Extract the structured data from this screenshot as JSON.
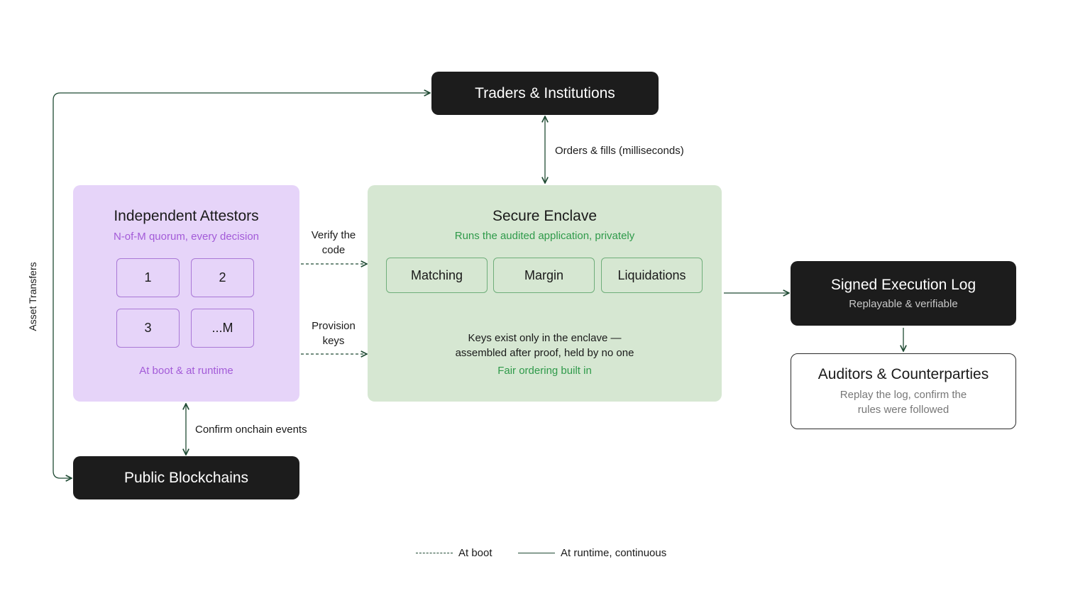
{
  "traders": {
    "title": "Traders & Institutions"
  },
  "orders_label": "Orders & fills (milliseconds)",
  "attestors": {
    "title": "Independent Attestors",
    "subtitle": "N-of-M quorum, every decision",
    "cells": [
      "1",
      "2",
      "3",
      "...M"
    ],
    "footer": "At boot & at runtime"
  },
  "verify_label": "Verify the code",
  "provision_label": "Provision keys",
  "enclave": {
    "title": "Secure Enclave",
    "subtitle": "Runs the audited application, privately",
    "modules": [
      "Matching",
      "Margin",
      "Liquidations"
    ],
    "note_line1": "Keys exist only in the enclave —",
    "note_line2": "assembled after proof, held by no one",
    "fair": "Fair ordering built in"
  },
  "signed_log": {
    "title": "Signed Execution Log",
    "subtitle": "Replayable & verifiable"
  },
  "auditors": {
    "title": "Auditors & Counterparties",
    "subtitle": "Replay the log, confirm the rules were followed"
  },
  "blockchains": {
    "title": "Public Blockchains"
  },
  "confirm_label": "Confirm onchain events",
  "asset_transfers_label": "Asset Transfers",
  "legend": {
    "boot": "At boot",
    "runtime": "At runtime, continuous"
  },
  "colors": {
    "dark": "#1c1c1c",
    "attestor_bg": "#e6d4f9",
    "attestor_accent": "#a35bd8",
    "enclave_bg": "#d6e7d2",
    "enclave_accent": "#2f9a4a",
    "line": "#1f4a33"
  }
}
